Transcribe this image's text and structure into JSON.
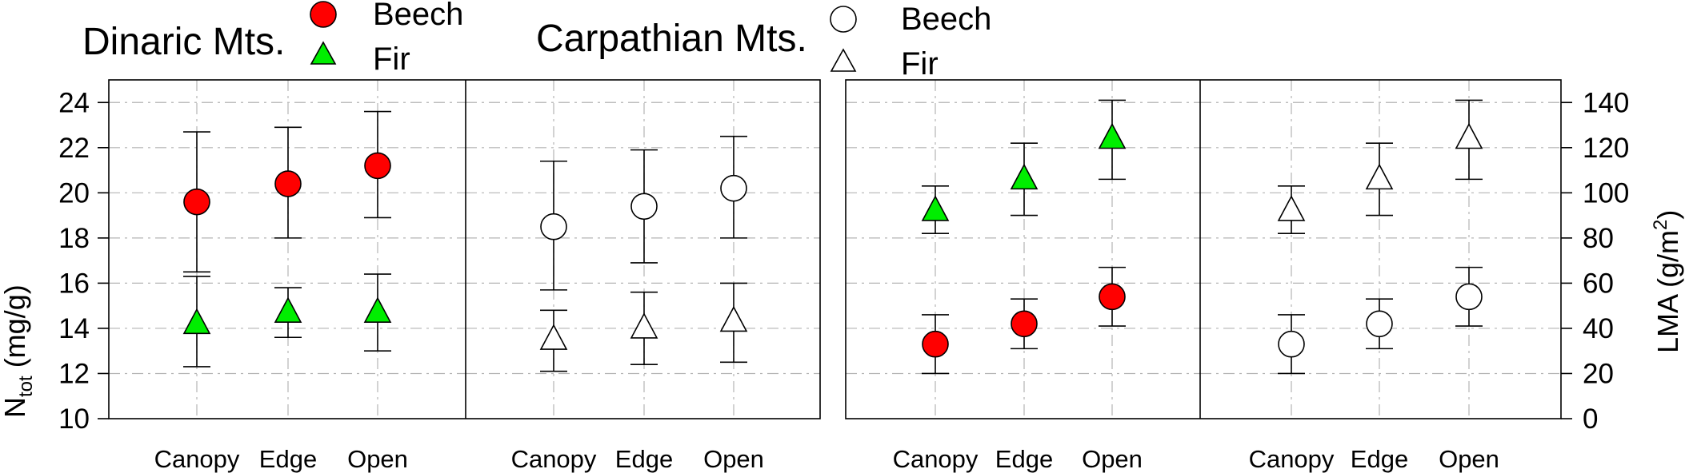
{
  "legend": {
    "groups": [
      {
        "title": "Dinaric Mts.",
        "fill": "#ff0000",
        "items": [
          {
            "label": "Beech",
            "marker": "circle"
          },
          {
            "label": "Fir",
            "marker": "triangle",
            "fill": "#00ee00"
          }
        ]
      },
      {
        "title": "Carpathian Mts.",
        "fill": "#ffffff",
        "items": [
          {
            "label": "Beech",
            "marker": "circle"
          },
          {
            "label": "Fir",
            "marker": "triangle"
          }
        ]
      }
    ]
  },
  "axes": {
    "left": {
      "title_main": "N",
      "title_sub": "tot",
      "title_unit": " (mg/g)",
      "ticks": [
        10,
        12,
        14,
        16,
        18,
        20,
        22,
        24
      ],
      "ylim": [
        10,
        25
      ]
    },
    "right": {
      "title_main": "LMA (g/m",
      "title_sup": "2",
      "title_close": ")",
      "ticks": [
        0,
        20,
        40,
        60,
        80,
        100,
        120,
        140
      ],
      "ylim": [
        0,
        150
      ]
    }
  },
  "colors": {
    "dinaric_beech": "#ff0000",
    "dinaric_fir": "#00ee00",
    "carpathian": "#ffffff",
    "grid": "#b4b4b4"
  },
  "chart_data": [
    {
      "type": "scatter",
      "panel": "Dinaric Mts.",
      "y_axis": "Ntot (mg/g)",
      "categories": [
        "Canopy",
        "Edge",
        "Open"
      ],
      "series": [
        {
          "name": "Beech",
          "marker": "circle",
          "values": [
            19.6,
            20.4,
            21.2
          ],
          "err_low": [
            16.5,
            18.0,
            18.9
          ],
          "err_high": [
            22.7,
            22.9,
            23.6
          ]
        },
        {
          "name": "Fir",
          "marker": "triangle",
          "values": [
            14.2,
            14.7,
            14.7
          ],
          "err_low": [
            12.3,
            13.6,
            13.0
          ],
          "err_high": [
            16.3,
            15.8,
            16.4
          ]
        }
      ]
    },
    {
      "type": "scatter",
      "panel": "Carpathian Mts.",
      "y_axis": "Ntot (mg/g)",
      "categories": [
        "Canopy",
        "Edge",
        "Open"
      ],
      "series": [
        {
          "name": "Beech",
          "marker": "circle",
          "values": [
            18.5,
            19.4,
            20.2
          ],
          "err_low": [
            15.7,
            16.9,
            18.0
          ],
          "err_high": [
            21.4,
            21.9,
            22.5
          ]
        },
        {
          "name": "Fir",
          "marker": "triangle",
          "values": [
            13.5,
            14.0,
            14.3
          ],
          "err_low": [
            12.1,
            12.4,
            12.5
          ],
          "err_high": [
            14.8,
            15.6,
            16.0
          ]
        }
      ]
    },
    {
      "type": "scatter",
      "panel": "Dinaric Mts.",
      "y_axis": "LMA (g/m2)",
      "categories": [
        "Canopy",
        "Edge",
        "Open"
      ],
      "series": [
        {
          "name": "Beech",
          "marker": "circle",
          "values": [
            33,
            42,
            54
          ],
          "err_low": [
            20,
            31,
            41
          ],
          "err_high": [
            46,
            53,
            67
          ]
        },
        {
          "name": "Fir",
          "marker": "triangle",
          "values": [
            92,
            106,
            124
          ],
          "err_low": [
            82,
            90,
            106
          ],
          "err_high": [
            103,
            122,
            141
          ]
        }
      ]
    },
    {
      "type": "scatter",
      "panel": "Carpathian Mts.",
      "y_axis": "LMA (g/m2)",
      "categories": [
        "Canopy",
        "Edge",
        "Open"
      ],
      "series": [
        {
          "name": "Beech",
          "marker": "circle",
          "values": [
            33,
            42,
            54
          ],
          "err_low": [
            20,
            31,
            41
          ],
          "err_high": [
            46,
            53,
            67
          ]
        },
        {
          "name": "Fir",
          "marker": "triangle",
          "values": [
            92,
            106,
            124
          ],
          "err_low": [
            82,
            90,
            106
          ],
          "err_high": [
            103,
            122,
            141
          ]
        }
      ]
    }
  ]
}
